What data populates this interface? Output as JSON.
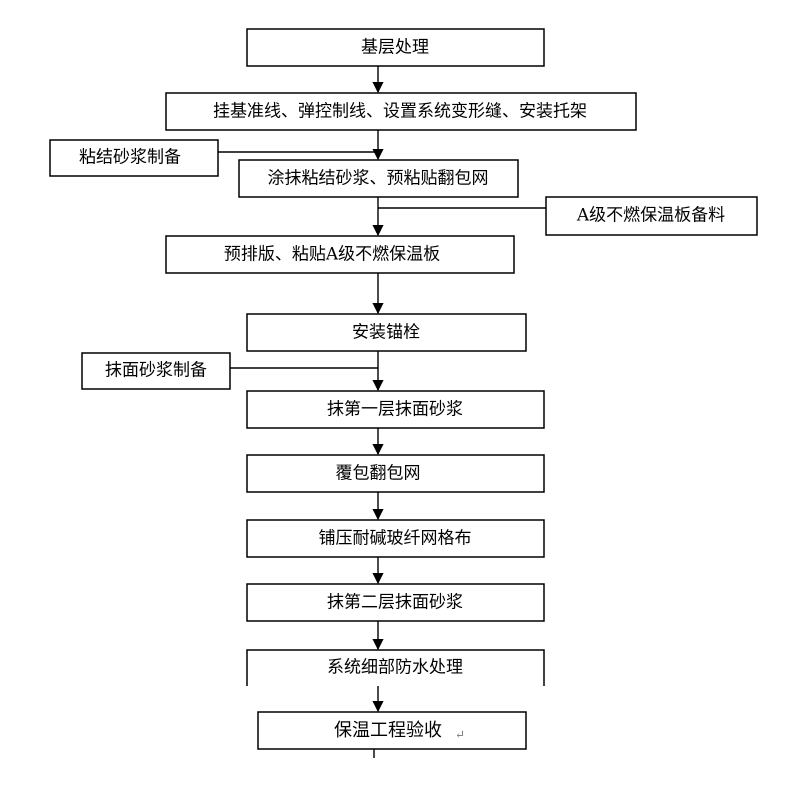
{
  "steps": [
    {
      "id": "s1",
      "label": "基层处理"
    },
    {
      "id": "s2",
      "label": "挂基准线、弹控制线、设置系统变形缝、安装托架"
    },
    {
      "id": "s3",
      "label": "涂抹粘结砂浆、预粘贴翻包网"
    },
    {
      "id": "s4",
      "label": "预排版、粘贴A级不燃保温板"
    },
    {
      "id": "s5",
      "label": "安装锚栓"
    },
    {
      "id": "s6",
      "label": "抹第一层抹面砂浆"
    },
    {
      "id": "s7",
      "label": "覆包翻包网"
    },
    {
      "id": "s8",
      "label": "铺压耐碱玻纤网格布"
    },
    {
      "id": "s9",
      "label": "抹第二层抹面砂浆"
    },
    {
      "id": "s10",
      "label": "系统细部防水处理"
    },
    {
      "id": "s11",
      "label": "保温工程验收"
    }
  ],
  "side_inputs": [
    {
      "id": "in1",
      "label": "粘结砂浆制备"
    },
    {
      "id": "in2",
      "label": "A级不燃保温板备料"
    },
    {
      "id": "in3",
      "label": "抹面砂浆制备"
    }
  ],
  "return_mark": "↵"
}
